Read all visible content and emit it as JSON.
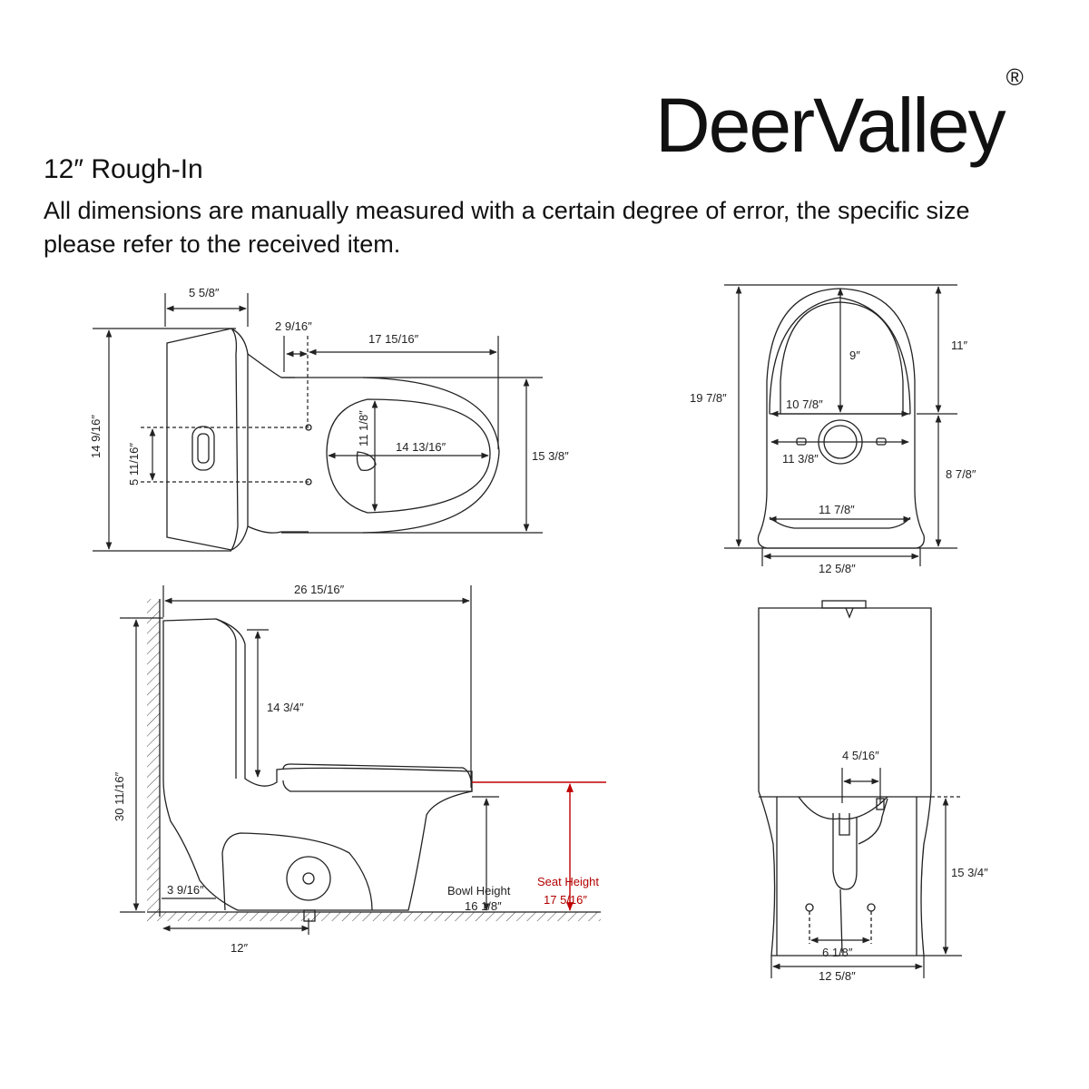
{
  "brand": {
    "name": "DeerValley",
    "mark": "®"
  },
  "title": "12″ Rough-In",
  "note": "All dimensions are manually measured with a certain degree of error, the specific size please refer to the received item.",
  "colors": {
    "line": "#222222",
    "seat_height": "#c00000"
  },
  "top_view": {
    "tank_depth": "5 5/8″",
    "tank_to_bolt": "2 9/16″",
    "bowl_length": "17 15/16″",
    "overall_depth": "14 9/16″",
    "button_spacing": "5 11/16″",
    "bowl_opening_width": "11 1/8″",
    "bowl_opening_length": "14 13/16″",
    "bowl_width": "15 3/8″"
  },
  "bottom_view": {
    "overall_length": "19 7/8″",
    "front_section": "11″",
    "inner_depth": "9″",
    "hole_span": "10 7/8″",
    "outlet_span": "11 3/8″",
    "rear_section": "8 7/8″",
    "base_inner_width": "11 7/8″",
    "base_width": "12 5/8″"
  },
  "side_view": {
    "overall_length": "26 15/16″",
    "tank_height": "14 3/4″",
    "overall_height": "30 11/16″",
    "wall_gap": "3 9/16″",
    "rough_in": "12″",
    "bowl_height_label": "Bowl Height",
    "bowl_height": "16 1/8″",
    "seat_height_label": "Seat Height",
    "seat_height": "17 5/16″"
  },
  "back_view": {
    "trap_width": "4 5/16″",
    "trapway_height": "15 3/4″",
    "bolt_spacing": "6 1/8″",
    "base_width": "12 5/8″"
  }
}
